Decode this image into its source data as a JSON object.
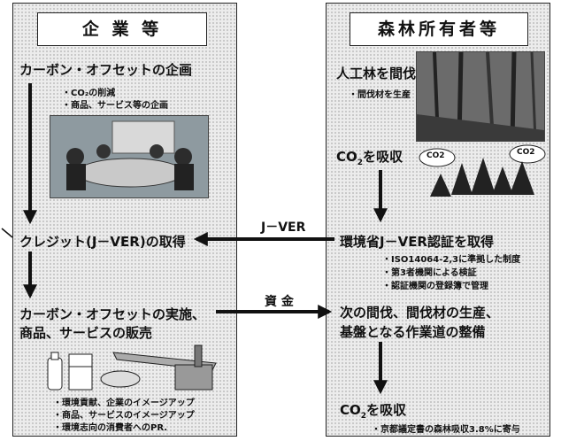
{
  "left": {
    "title": "企 業 等",
    "step1_title": "カーボン・オフセットの企画",
    "step1_bullets": [
      "・CO₂の削減",
      "・商品、サービス等の企画"
    ],
    "step2_title": "クレジット(J－VER)の取得",
    "step3_title_line1": "カーボン・オフセットの実施、",
    "step3_title_line2": "商品、サービスの販売",
    "step3_bullets": [
      "・環境貢献、企業のイメージアップ",
      "・商品、サービスのイメージアップ",
      "・環境志向の消費者へのPR."
    ]
  },
  "right": {
    "title": "森林所有者等",
    "step1_title": "人工林を間伐",
    "step1_bullet": "・間伐材を生産",
    "step2_title_pre": "CO",
    "step2_title_sub": "2",
    "step2_title_post": "を吸収",
    "co2_tag_a": "CO2",
    "co2_tag_b": "CO2",
    "step3_title": "環境省J－VER認証を取得",
    "step3_bullets": [
      "・ISO14064-2,3に準拠した制度",
      "・第3者機関による検証",
      "・認証機関の登録簿で管理"
    ],
    "step4_title_line1": "次の間伐、間伐材の生産、",
    "step4_title_line2": "基盤となる作業道の整備",
    "step5_title_pre": "CO",
    "step5_title_sub": "2",
    "step5_title_post": "を吸収",
    "step5_bullet": "・京都議定書の森林吸収3.8%に寄与"
  },
  "flows": {
    "jver_label": "J－VER",
    "funds_label": "資 金"
  }
}
